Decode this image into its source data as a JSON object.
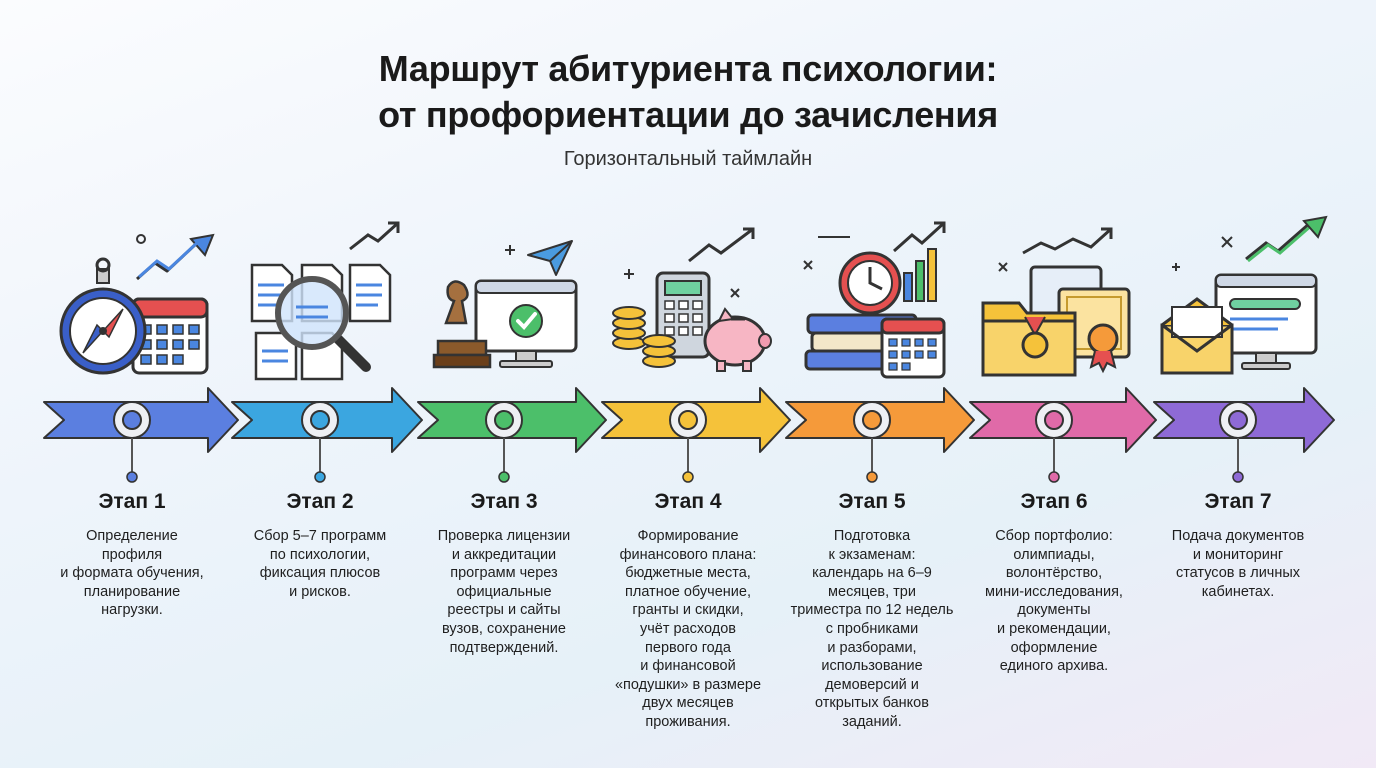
{
  "title_line1": "Маршрут абитуриента психологии:",
  "title_line2": "от профориентации до зачисления",
  "subtitle": "Горизонтальный таймлайн",
  "colors": {
    "stage1": "#5b7fe0",
    "stage2": "#3ba6e0",
    "stage3": "#4cbf6a",
    "stage4": "#f5c23a",
    "stage5": "#f59a3a",
    "stage6": "#e06aa8",
    "stage7": "#8e6ad6"
  },
  "stages": [
    {
      "label": "Этап 1",
      "icon": "compass-calendar-icon",
      "lines": [
        "Определение",
        "профиля",
        "и формата обучения,",
        "планирование",
        "нагрузки."
      ]
    },
    {
      "label": "Этап 2",
      "icon": "documents-magnifier-icon",
      "lines": [
        "Сбор 5–7 программ",
        "по психологии,",
        "фиксация плюсов",
        "и рисков."
      ]
    },
    {
      "label": "Этап 3",
      "icon": "stamp-monitor-check-icon",
      "lines": [
        "Проверка лицензии",
        "и аккредитации",
        "программ через",
        "официальные",
        "реестры и сайты",
        "вузов, сохранение",
        "подтверждений."
      ]
    },
    {
      "label": "Этап 4",
      "icon": "calculator-coins-piggybank-icon",
      "lines": [
        "Формирование",
        "финансового плана:",
        "бюджетные места,",
        "платное обучение,",
        "гранты и скидки,",
        "учёт расходов",
        "первого года",
        "и финансовой",
        "«подушки» в размере",
        "двух месяцев",
        "проживания."
      ]
    },
    {
      "label": "Этап 5",
      "icon": "books-clock-calendar-icon",
      "lines": [
        "Подготовка",
        "к экзаменам:",
        "календарь на 6–9",
        "месяцев, три",
        "триместра по 12 недель",
        "с пробниками",
        "и разборами,",
        "использование",
        "демоверсий и",
        "открытых банков",
        "заданий."
      ]
    },
    {
      "label": "Этап 6",
      "icon": "folder-certificate-medal-icon",
      "lines": [
        "Сбор портфолио:",
        "олимпиады,",
        "волонтёрство,",
        "мини-исследования,",
        "документы",
        "и рекомендации,",
        "оформление",
        "единого архива."
      ]
    },
    {
      "label": "Этап 7",
      "icon": "envelope-monitor-icon",
      "lines": [
        "Подача документов",
        "и мониторинг",
        "статусов в личных",
        "кабинетах."
      ]
    }
  ]
}
